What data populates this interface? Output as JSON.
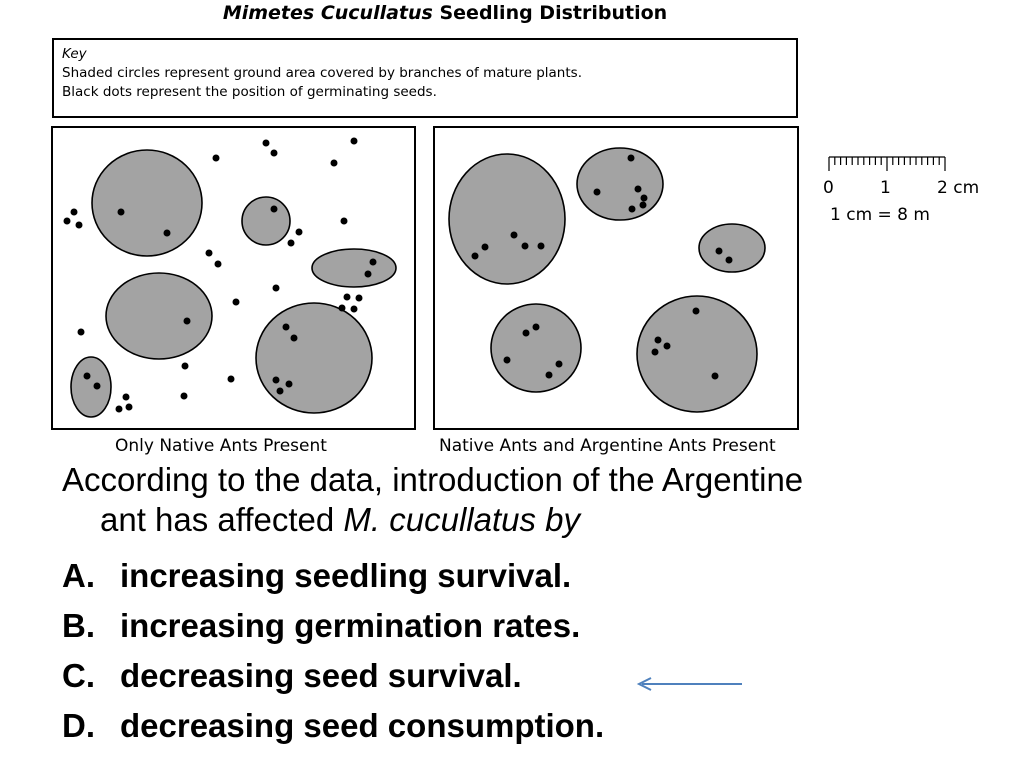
{
  "title": {
    "prefix_italic": "Mimetes Cucullatus",
    "suffix": "Seedling Distribution"
  },
  "key": {
    "label": "Key",
    "line1": "Shaded circles represent ground area covered by branches of mature plants.",
    "line2": "Black dots represent the position of germinating seeds."
  },
  "panels": [
    {
      "caption": "Only Native Ants Present"
    },
    {
      "caption": "Native Ants and Argentine Ants Present"
    }
  ],
  "scale": {
    "tick_0": "0",
    "tick_1": "1",
    "tick_2": "2 cm",
    "ratio": "1 cm = 8 m"
  },
  "question": {
    "stem_part1": "According to the data, introduction of the Argentine",
    "stem_part2": "ant has affected ",
    "stem_italic": "M. cucullatus by"
  },
  "choices": [
    {
      "letter": "A.",
      "text": "increasing seedling survival."
    },
    {
      "letter": "B.",
      "text": "increasing germination rates."
    },
    {
      "letter": "C.",
      "text": "decreasing seed survival."
    },
    {
      "letter": "D.",
      "text": "decreasing seed consumption."
    }
  ],
  "colors": {
    "shade": "#a3a3a3",
    "arrow": "#4f81bd"
  }
}
